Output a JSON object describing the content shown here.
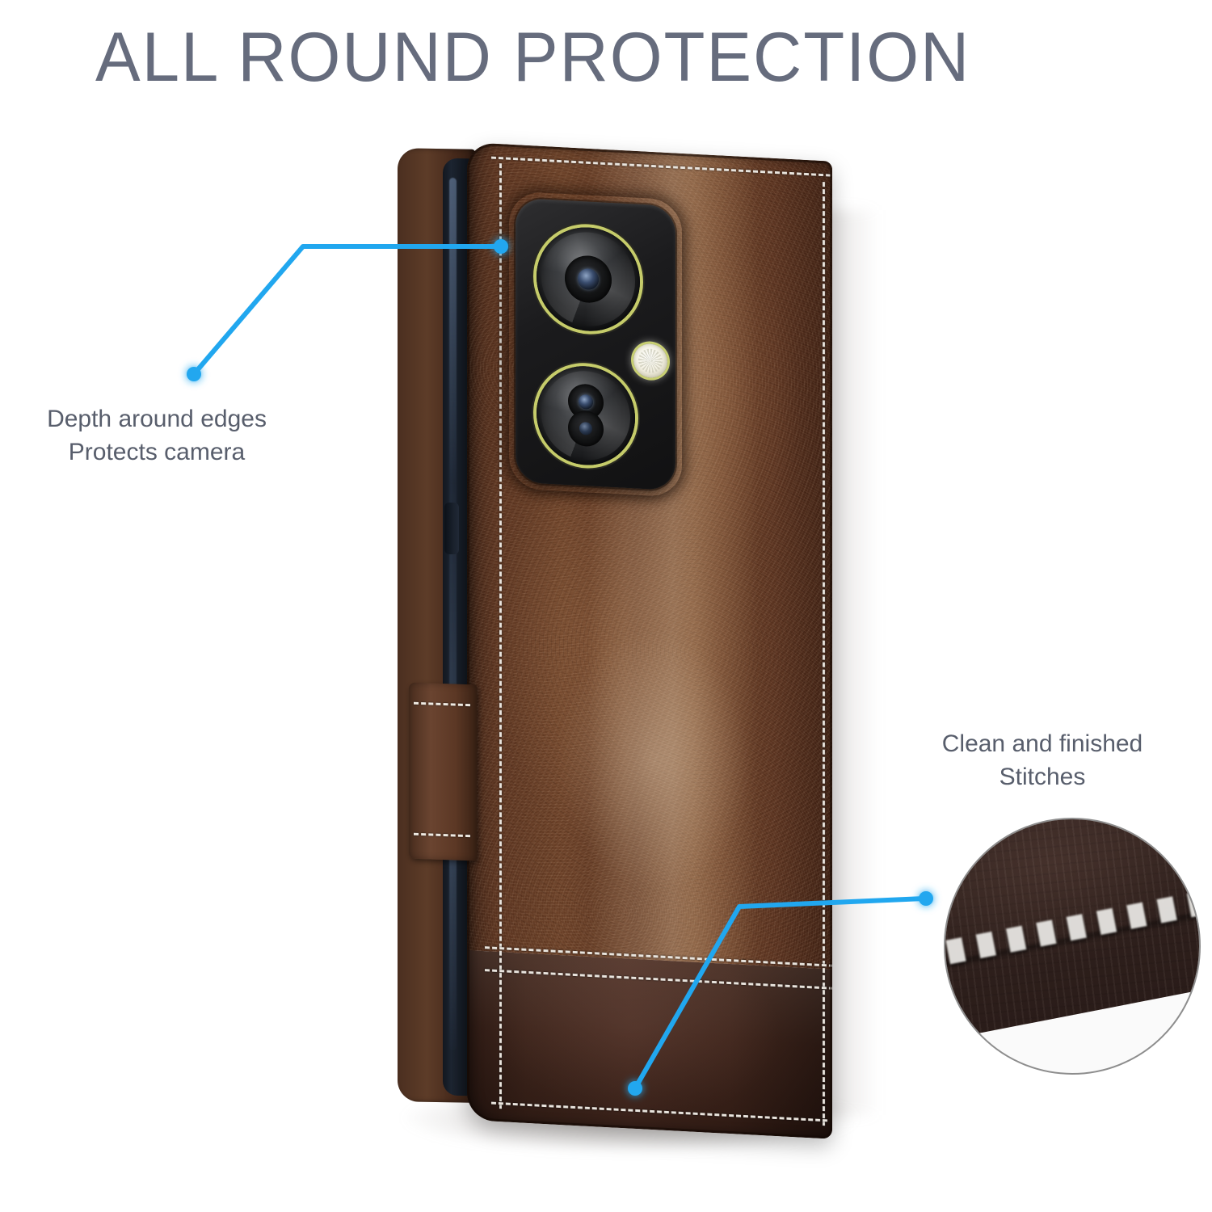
{
  "page": {
    "background_color": "#ffffff",
    "headline": "ALL ROUND PROTECTION",
    "headline_color": "#666c7d"
  },
  "callouts": [
    {
      "id": "camera-protection",
      "line1": "Depth around edges",
      "line2": "Protects camera",
      "pointer_color": "#21a7ef",
      "position": "left"
    },
    {
      "id": "stitching-quality",
      "line1": "Clean and finished",
      "line2": "Stitches",
      "pointer_color": "#21a7ef",
      "position": "right"
    }
  ],
  "product": {
    "type": "leather-wallet-phone-case",
    "orientation": "standing-three-quarter-view",
    "leather_top_color": "#6b4128",
    "leather_bottom_color": "#3b2219",
    "stitch_color": "#e9e4dd",
    "strap_color": "#6a4430",
    "phone_edge_color": "#1d2531"
  },
  "camera_module": {
    "body_color": "#1b1b1d",
    "lens_ring_color": "#c6cc6a",
    "lens_count": 2,
    "flash_color": "#ffffff",
    "lenses": [
      {
        "id": "main-lens",
        "size": "large"
      },
      {
        "id": "secondary-lens",
        "size": "large"
      }
    ]
  },
  "magnifier": {
    "id": "stitch-closeup",
    "border_color": "#8d8d8d",
    "leather_color": "#32231f",
    "stitch_color": "#eeece8"
  }
}
